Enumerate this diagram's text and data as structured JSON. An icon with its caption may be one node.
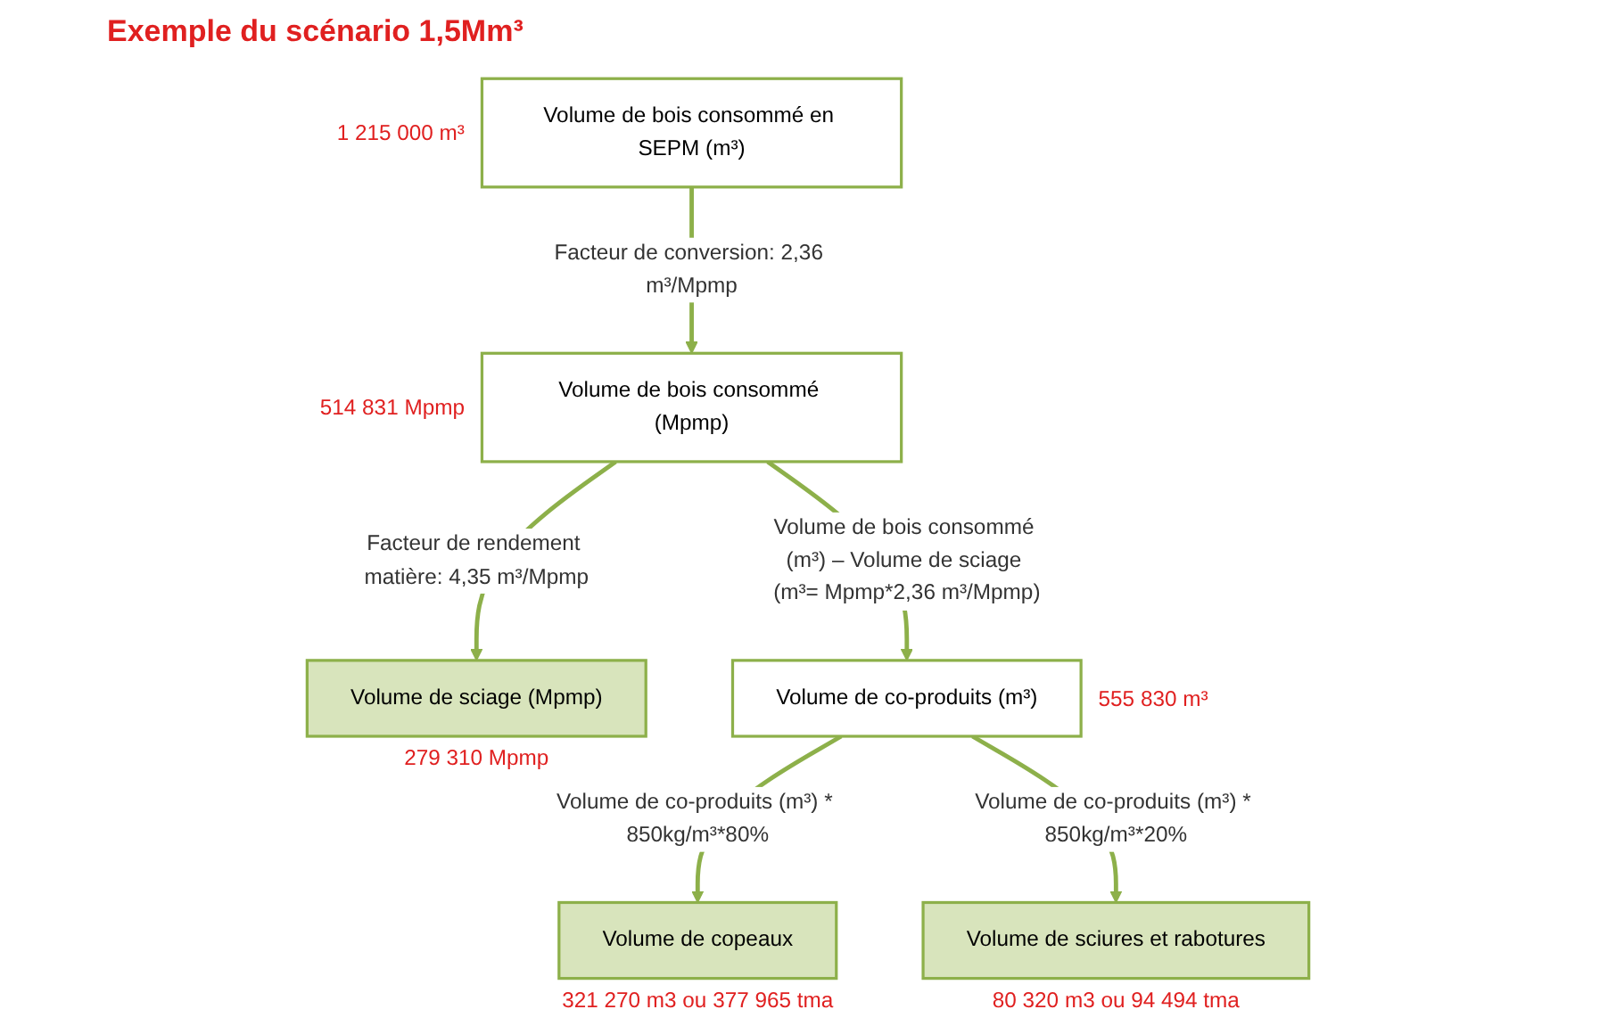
{
  "diagram": {
    "title": "Exemple du scénario 1,5Mm³",
    "nodes": [
      {
        "text": [
          "Volume de bois consommé en SEPM (m³)"
        ],
        "beside": [
          "1 215 000 m³"
        ]
      },
      {
        "text": [
          "Volume de bois consommé (Mpmp)"
        ],
        "beside": [
          "514 831 Mpmp"
        ]
      },
      {
        "text": [
          "Volume de sciage (Mpmp)"
        ],
        "beside": [
          "279 310 Mpmp"
        ]
      },
      {
        "text": [
          "Volume de co-produits (m³)"
        ],
        "beside": [
          "555 830 m³"
        ]
      },
      {
        "text": [
          "Volume de copeaux"
        ],
        "beside": [
          "321 270 m3 ou 377 965 tma"
        ]
      },
      {
        "text": [
          "Volume de sciures et rabotures"
        ],
        "beside": [
          "80 320 m3 ou 94 494 tma"
        ]
      }
    ],
    "edges": [
      {
        "from": 0,
        "to": 1,
        "arrow": "to",
        "label": "Facteur de conversion: 2,36 m³/Mpmp"
      },
      {
        "from": 1,
        "to": 2,
        "arrow": "to",
        "label": "Facteur de rendement matière: 4,35 m³/Mpmp"
      },
      {
        "from": 1,
        "to": 3,
        "arrow": "to",
        "label": "Volume de bois consommé (m³) – Volume de sciage (m³= Mpmp*2,36 m³/Mpmp)"
      },
      {
        "from": 3,
        "to": 4,
        "arrow": "to",
        "label": "Volume de co-produits (m³) * 850kg/m³*80%"
      },
      {
        "from": 3,
        "to": 5,
        "arrow": "to",
        "label": "Volume de co-produits (m³) * 850kg/m³*20%"
      }
    ]
  }
}
